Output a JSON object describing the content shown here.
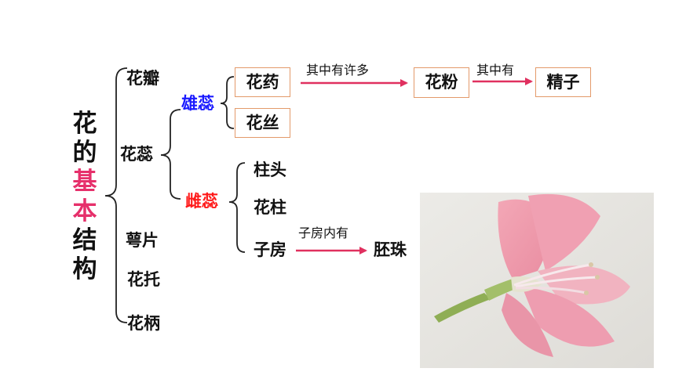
{
  "title_chars": [
    {
      "char": "花",
      "highlight": false
    },
    {
      "char": "的",
      "highlight": false
    },
    {
      "char": "基",
      "highlight": true
    },
    {
      "char": "本",
      "highlight": true
    },
    {
      "char": "结",
      "highlight": false
    },
    {
      "char": "构",
      "highlight": false
    }
  ],
  "parts": {
    "petal": "花瓣",
    "pistil_group": "花蕊",
    "sepal": "萼片",
    "receptacle": "花托",
    "stalk": "花柄"
  },
  "stamen": {
    "label": "雄蕊",
    "anther": "花药",
    "filament": "花丝",
    "arrow1_text": "其中有许多",
    "pollen": "花粉",
    "arrow2_text": "其中有",
    "sperm": "精子"
  },
  "pistil": {
    "label": "雌蕊",
    "stigma": "柱头",
    "style": "花柱",
    "ovary": "子房",
    "arrow_text": "子房内有",
    "ovule": "胚珠"
  },
  "colors": {
    "highlight": "#e6306b",
    "stamen_label": "#1a1aff",
    "pistil_label": "#ff1a1a",
    "arrow": "#e0305f",
    "box_border": "#e39a6a"
  }
}
